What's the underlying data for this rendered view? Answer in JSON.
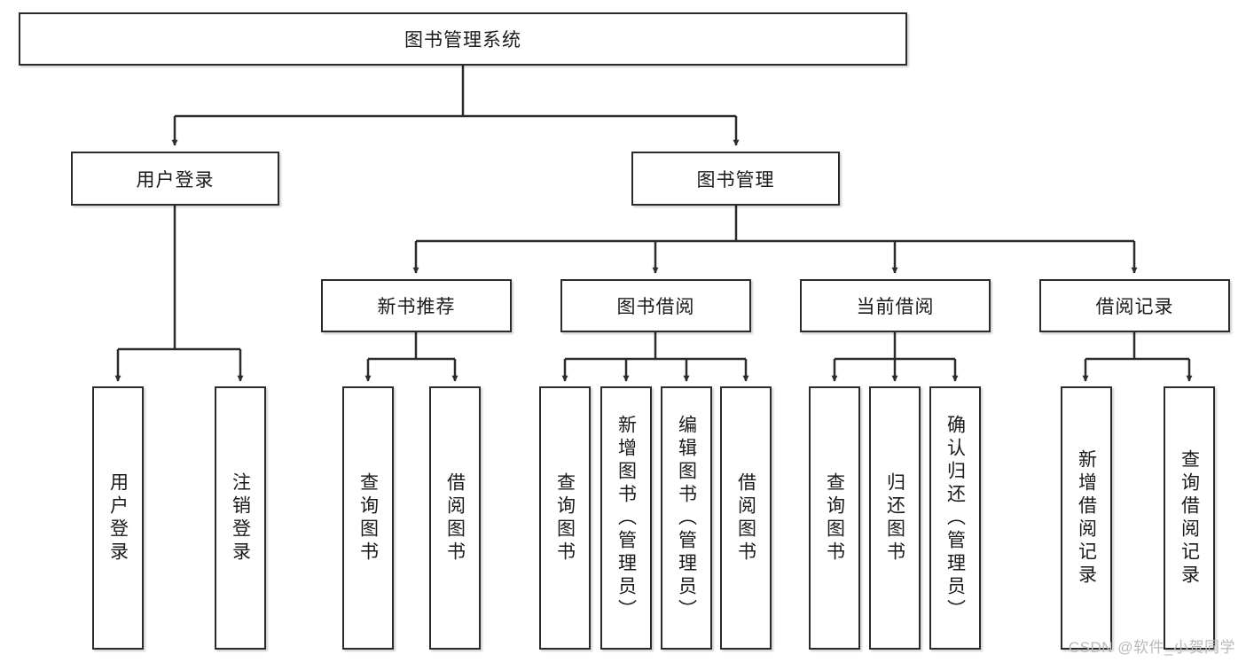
{
  "diagram": {
    "title": "图书管理系统",
    "type": "tree",
    "watermark": "CSDN @软件_小贺同学",
    "colors": {
      "box_stroke": "#2b2b2b",
      "box_fill": "#ffffff",
      "connector": "#2b2b2b",
      "text": "#1a1a1a",
      "watermark": "#b9b9b9"
    },
    "levels": [
      {
        "name": "root",
        "count": 1
      },
      {
        "name": "modules",
        "count": 2
      },
      {
        "name": "submodules",
        "count": 4
      },
      {
        "name": "actions",
        "count": 13
      }
    ],
    "nodes": {
      "root": {
        "label": "图书管理系统",
        "orientation": "horizontal"
      },
      "user_login": {
        "label": "用户登录",
        "orientation": "horizontal"
      },
      "book_manage": {
        "label": "图书管理",
        "orientation": "horizontal"
      },
      "new_book_rec": {
        "label": "新书推荐",
        "orientation": "horizontal"
      },
      "book_borrow": {
        "label": "图书借阅",
        "orientation": "horizontal"
      },
      "current_borrow": {
        "label": "当前借阅",
        "orientation": "horizontal"
      },
      "borrow_record": {
        "label": "借阅记录",
        "orientation": "horizontal"
      },
      "leaf_user_login": {
        "label": "用户登录",
        "orientation": "vertical"
      },
      "leaf_logout": {
        "label": "注销登录",
        "orientation": "vertical"
      },
      "leaf_query_book_a": {
        "label": "查询图书",
        "orientation": "vertical"
      },
      "leaf_borrow_book_a": {
        "label": "借阅图书",
        "orientation": "vertical"
      },
      "leaf_query_book_b": {
        "label": "查询图书",
        "orientation": "vertical"
      },
      "leaf_add_book": {
        "label": "新增图书（管理员）",
        "orientation": "vertical"
      },
      "leaf_edit_book": {
        "label": "编辑图书（管理员）",
        "orientation": "vertical"
      },
      "leaf_borrow_book_b": {
        "label": "借阅图书",
        "orientation": "vertical"
      },
      "leaf_query_book_c": {
        "label": "查询图书",
        "orientation": "vertical"
      },
      "leaf_return_book": {
        "label": "归还图书",
        "orientation": "vertical"
      },
      "leaf_confirm_return": {
        "label": "确认归还（管理员）",
        "orientation": "vertical"
      },
      "leaf_add_record": {
        "label": "新增借阅记录",
        "orientation": "vertical"
      },
      "leaf_query_record": {
        "label": "查询借阅记录",
        "orientation": "vertical"
      }
    },
    "edges": [
      {
        "from": "root",
        "to": "user_login"
      },
      {
        "from": "root",
        "to": "book_manage"
      },
      {
        "from": "user_login",
        "to": "leaf_user_login"
      },
      {
        "from": "user_login",
        "to": "leaf_logout"
      },
      {
        "from": "book_manage",
        "to": "new_book_rec"
      },
      {
        "from": "book_manage",
        "to": "book_borrow"
      },
      {
        "from": "book_manage",
        "to": "current_borrow"
      },
      {
        "from": "book_manage",
        "to": "borrow_record"
      },
      {
        "from": "new_book_rec",
        "to": "leaf_query_book_a"
      },
      {
        "from": "new_book_rec",
        "to": "leaf_borrow_book_a"
      },
      {
        "from": "book_borrow",
        "to": "leaf_query_book_b"
      },
      {
        "from": "book_borrow",
        "to": "leaf_add_book"
      },
      {
        "from": "book_borrow",
        "to": "leaf_edit_book"
      },
      {
        "from": "book_borrow",
        "to": "leaf_borrow_book_b"
      },
      {
        "from": "current_borrow",
        "to": "leaf_query_book_c"
      },
      {
        "from": "current_borrow",
        "to": "leaf_return_book"
      },
      {
        "from": "current_borrow",
        "to": "leaf_confirm_return"
      },
      {
        "from": "borrow_record",
        "to": "leaf_add_record"
      },
      {
        "from": "borrow_record",
        "to": "leaf_query_record"
      }
    ]
  }
}
